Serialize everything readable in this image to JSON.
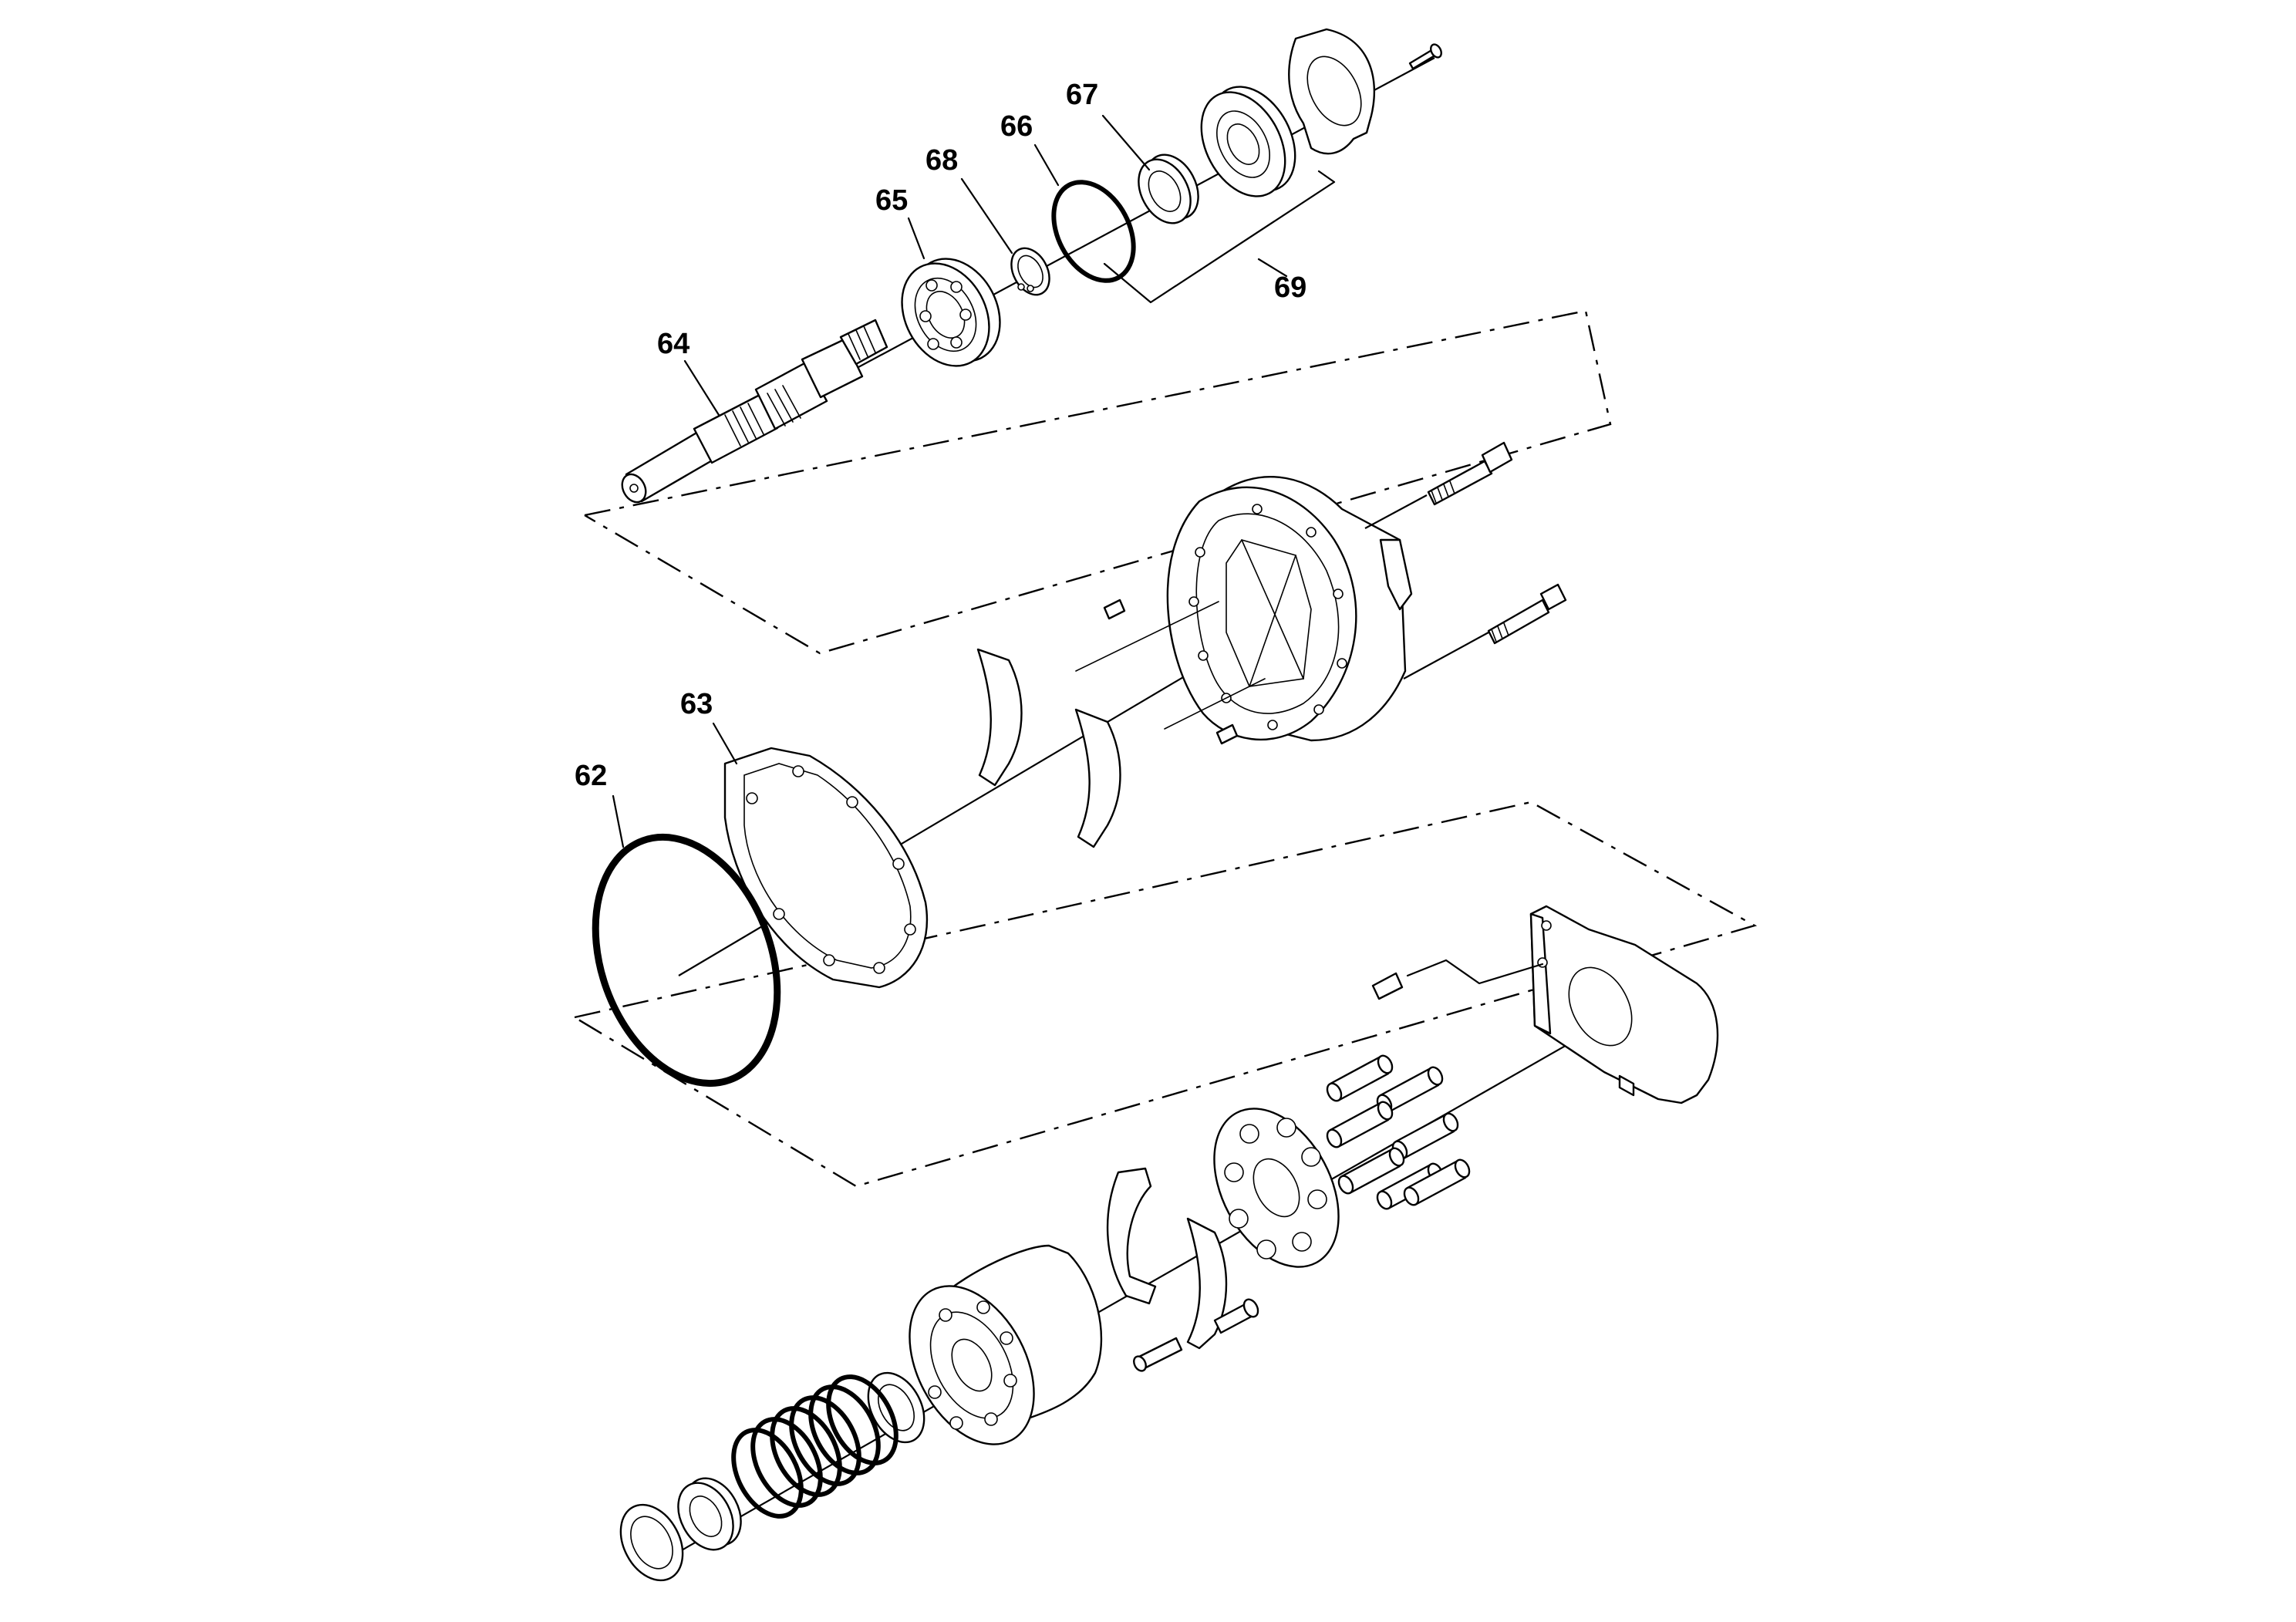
{
  "callouts": [
    {
      "id": "62",
      "text": "62"
    },
    {
      "id": "63",
      "text": "63"
    },
    {
      "id": "64",
      "text": "64"
    },
    {
      "id": "65",
      "text": "65"
    },
    {
      "id": "66",
      "text": "66"
    },
    {
      "id": "67",
      "text": "67"
    },
    {
      "id": "68",
      "text": "68"
    },
    {
      "id": "69",
      "text": "69"
    }
  ]
}
